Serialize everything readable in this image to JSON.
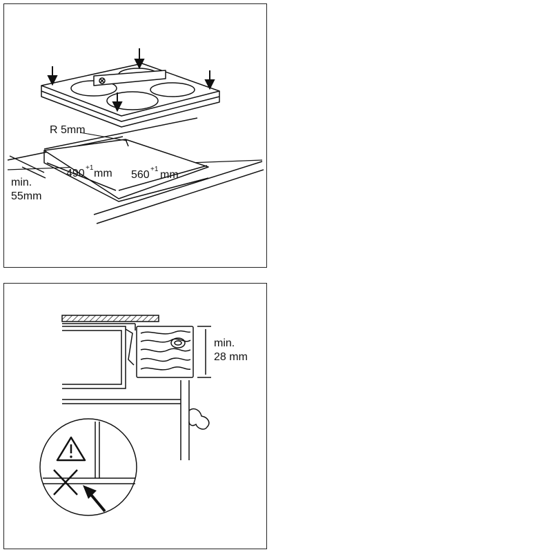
{
  "top_panel": {
    "label_radius": "R 5mm",
    "label_depth_value": "490",
    "label_depth_tol": "+1",
    "label_depth_unit": "mm",
    "label_width_value": "560",
    "label_width_tol": "+1",
    "label_width_unit": "mm",
    "label_min_line1": "min.",
    "label_min_line2": "55mm"
  },
  "bottom_panel": {
    "label_min_line1": "min.",
    "label_min_line2": "28 mm",
    "warning_icon": "warning-triangle-icon",
    "prohibited_icon": "cross-icon",
    "arrow_icon": "pointer-arrow-icon"
  }
}
